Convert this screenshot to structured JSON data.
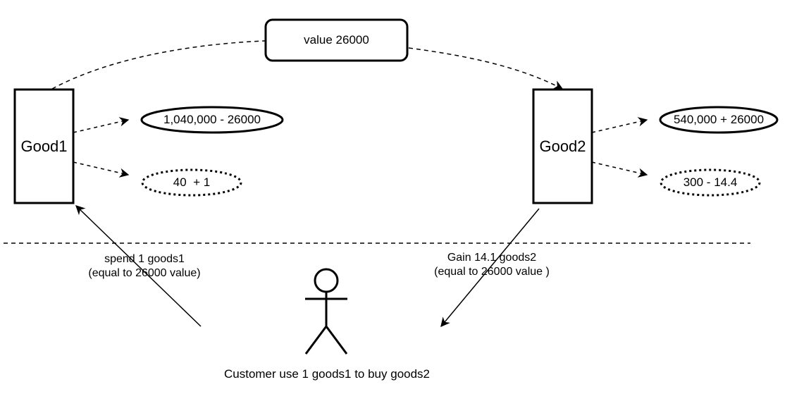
{
  "diagram": {
    "value_box": {
      "text": "value 26000"
    },
    "good1": {
      "label": "Good1",
      "amount_ellipse": "1,040,000 - 26000",
      "count_ellipse": "40  + 1"
    },
    "good2": {
      "label": "Good2",
      "amount_ellipse": "540,000 + 26000",
      "count_ellipse": "300 - 14.4"
    },
    "spend_label": {
      "line1": "spend 1 goods1",
      "line2": "(equal to 26000 value)"
    },
    "gain_label": {
      "line1": "Gain 14.1 goods2",
      "line2": "(equal to 26000 value )"
    },
    "customer_caption": "Customer use 1 goods1 to buy goods2"
  },
  "colors": {
    "stroke": "#000000",
    "background": "#ffffff"
  }
}
